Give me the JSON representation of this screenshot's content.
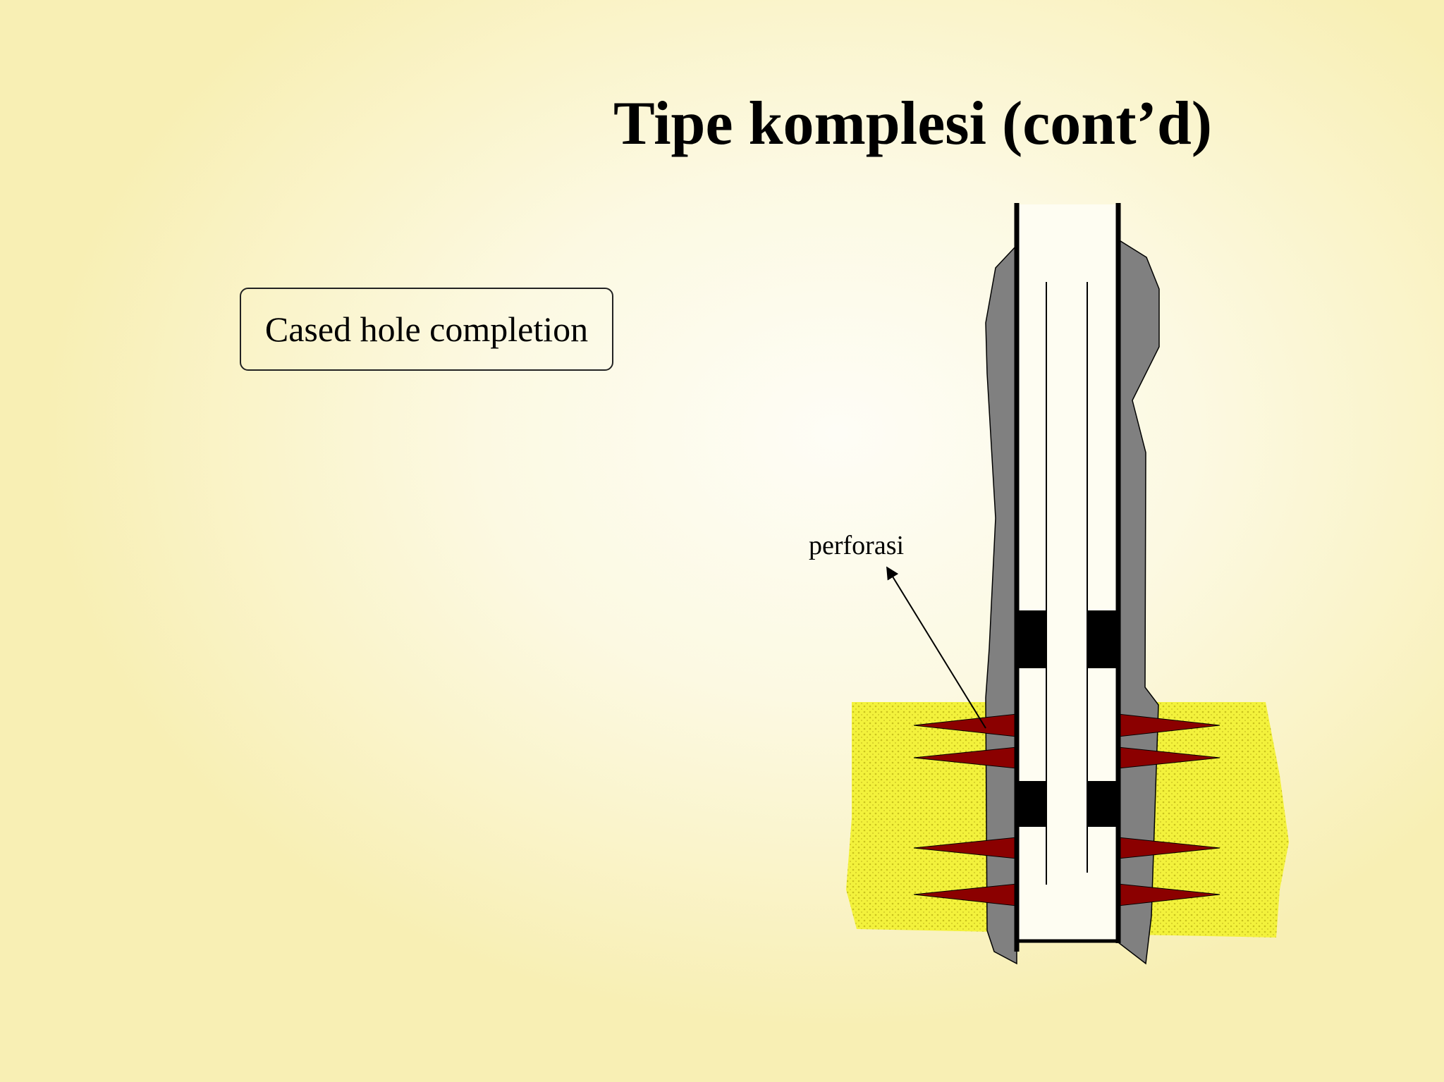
{
  "slide": {
    "title": "Tipe komplesi (cont’d)",
    "completion_label": "Cased hole completion"
  },
  "diagram": {
    "annotation": "perforasi",
    "colors": {
      "cement": "#808080",
      "formation": "#f0f03a",
      "formation_dots": "#c9c21e",
      "perforation": "#8b0000",
      "packer": "#000000",
      "wellbore_fill": "#fefdf2",
      "outline": "#000000"
    }
  }
}
